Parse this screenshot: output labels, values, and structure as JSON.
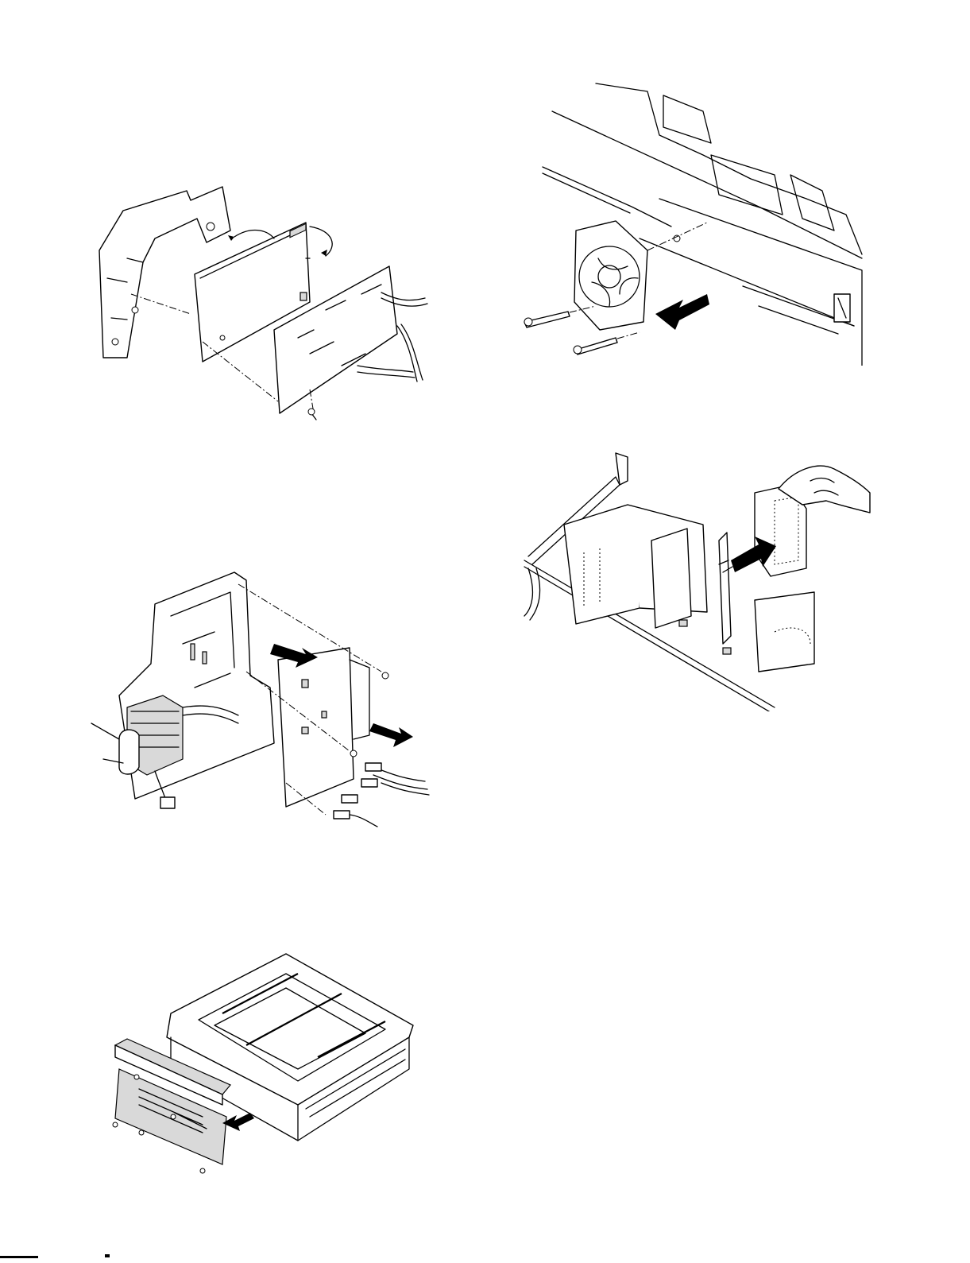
{
  "figures": [
    {
      "id": "pcb-bracket-removal",
      "icon": "exploded-pcb-bracket"
    },
    {
      "id": "cooling-fan-removal",
      "icon": "cooling-fan-exploded"
    },
    {
      "id": "power-supply-pcb-removal",
      "icon": "power-supply-pcb-exploded"
    },
    {
      "id": "filter-installation",
      "icon": "filter-insertion-hand"
    },
    {
      "id": "front-cover-removal",
      "icon": "front-cover-exploded"
    }
  ],
  "colors": {
    "line": "#000000",
    "background": "#ffffff",
    "shade": "#d9d9d9"
  }
}
